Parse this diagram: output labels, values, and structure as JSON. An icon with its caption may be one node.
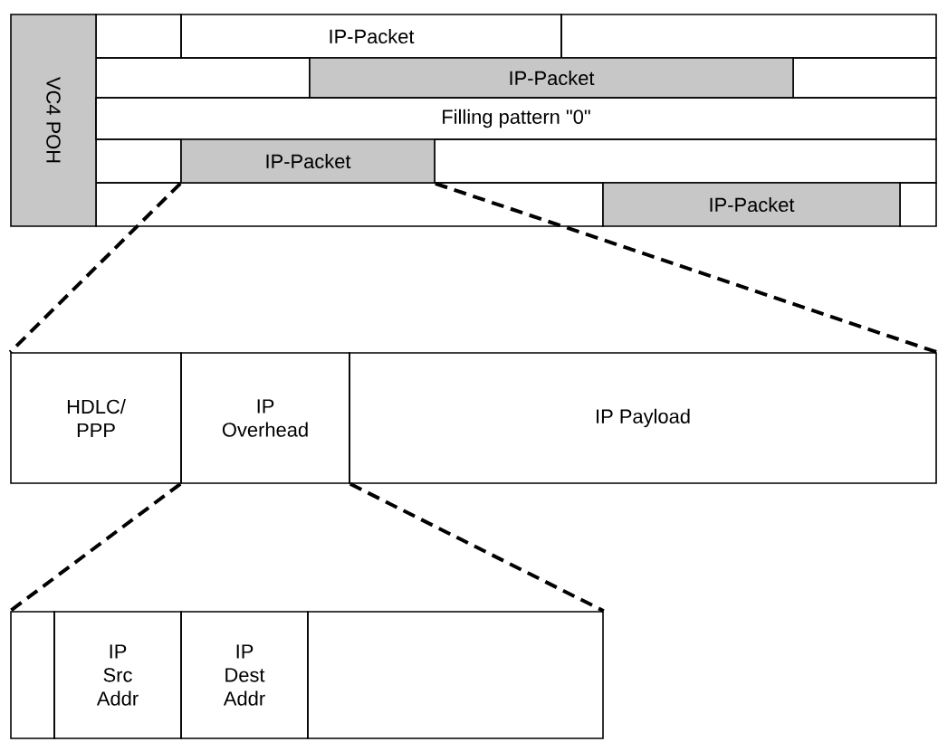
{
  "diagram": {
    "nodes": [
      {
        "text": [
          "VC4 POH"
        ]
      },
      {
        "text": [
          "IP-Packet"
        ]
      },
      {
        "text": [
          "IP-Packet"
        ]
      },
      {
        "text": [
          "Filling pattern \"0\""
        ]
      },
      {
        "text": [
          "IP-Packet"
        ]
      },
      {
        "text": [
          "IP-Packet"
        ]
      },
      {
        "text": [
          "HDLC/ PPP"
        ]
      },
      {
        "text": [
          "IP Overhead"
        ]
      },
      {
        "text": [
          "IP Payload"
        ]
      },
      {
        "text": [],
        "shape": "box"
      },
      {
        "text": [
          "IP Src Addr"
        ]
      },
      {
        "text": [
          "IP Dest Addr"
        ]
      },
      {
        "text": [],
        "shape": "box"
      }
    ],
    "edges": [
      {
        "from": 4,
        "to": 6,
        "arrow": "none",
        "style": "dashed"
      },
      {
        "from": 4,
        "to": 8,
        "arrow": "none",
        "style": "dashed"
      },
      {
        "from": 7,
        "to": 9,
        "arrow": "none",
        "style": "dashed"
      },
      {
        "from": 7,
        "to": 12,
        "arrow": "none",
        "style": "dashed"
      }
    ]
  }
}
